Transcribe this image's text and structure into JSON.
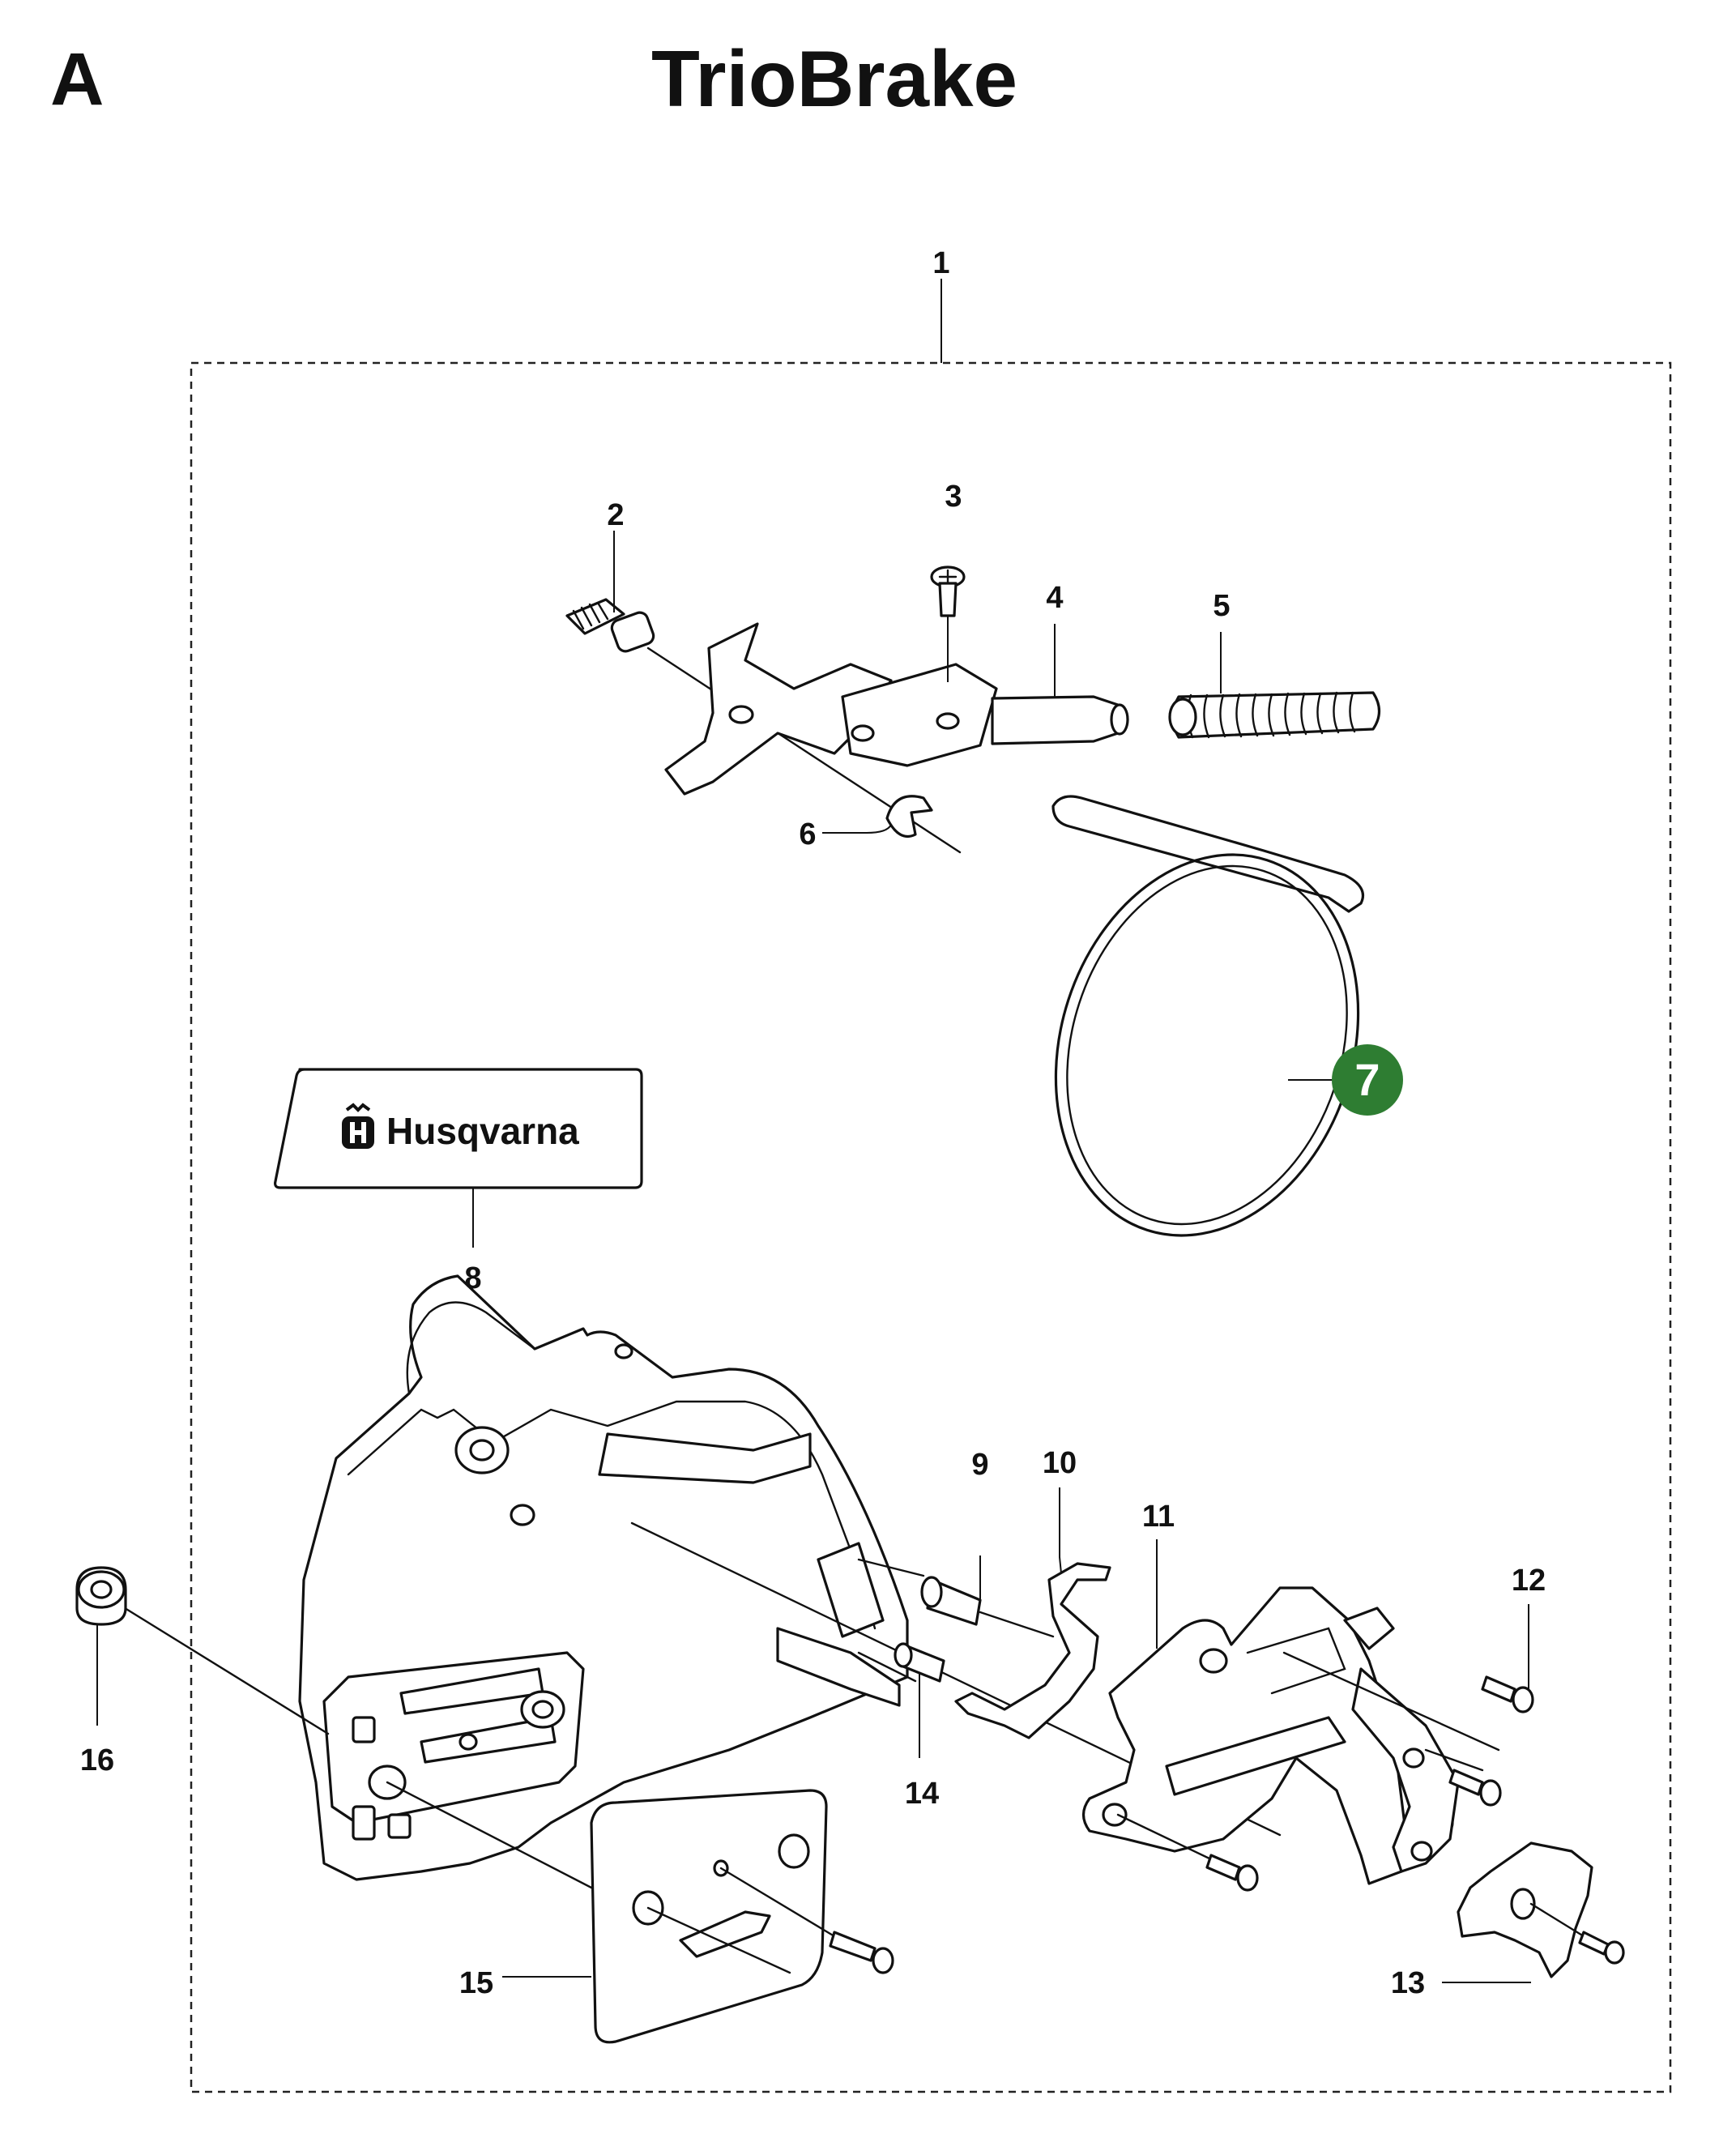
{
  "header": {
    "section": "A",
    "title": "TrioBrake"
  },
  "diagram": {
    "logo_text": "Husqvarna",
    "callouts": [
      {
        "id": "c1",
        "label": "1"
      },
      {
        "id": "c2",
        "label": "2"
      },
      {
        "id": "c3",
        "label": "3"
      },
      {
        "id": "c4",
        "label": "4"
      },
      {
        "id": "c5",
        "label": "5"
      },
      {
        "id": "c6",
        "label": "6"
      },
      {
        "id": "c7",
        "label": "7",
        "highlighted": true
      },
      {
        "id": "c8",
        "label": "8"
      },
      {
        "id": "c9",
        "label": "9"
      },
      {
        "id": "c10",
        "label": "10"
      },
      {
        "id": "c11",
        "label": "11"
      },
      {
        "id": "c12",
        "label": "12"
      },
      {
        "id": "c13",
        "label": "13"
      },
      {
        "id": "c14",
        "label": "14"
      },
      {
        "id": "c15",
        "label": "15"
      },
      {
        "id": "c16",
        "label": "16"
      }
    ],
    "colors": {
      "highlight": "#2e7d32",
      "line": "#111111",
      "background": "#ffffff"
    }
  }
}
